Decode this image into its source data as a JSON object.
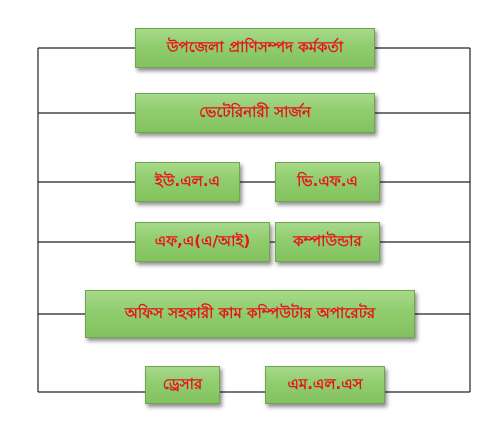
{
  "diagram": {
    "nodes": {
      "upazila_officer": "উপজেলা প্রাণিসম্পদ কর্মকর্তা",
      "veterinary_surgeon": "ভেটেরিনারী সার্জন",
      "ula": "ইউ.এল.এ",
      "vfa": "ভি.এফ.এ",
      "fa_ai": "এফ,এ(এ/আই)",
      "compounder": "কম্পাউন্ডার",
      "office_assistant": "অফিস সহকারী কাম কম্পিউটার অপারেটর",
      "dresser": "ড্রেসার",
      "mls": "এম.এল.এস"
    }
  }
}
